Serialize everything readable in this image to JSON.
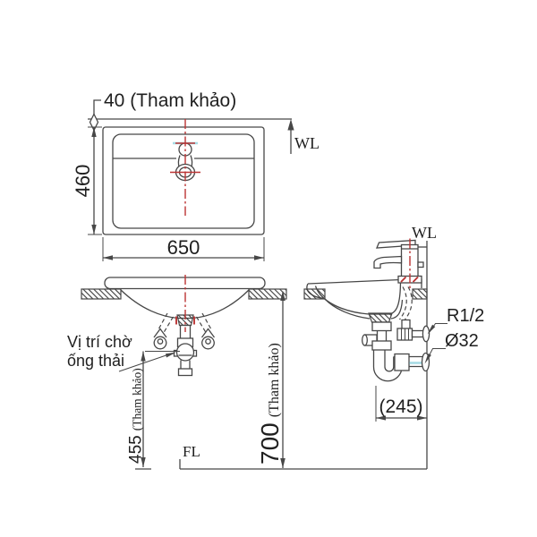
{
  "plan_view": {
    "offset_label": "40 (Tham khảo)",
    "depth_dim": "460",
    "width_dim": "650",
    "wall_label": "WL"
  },
  "front_view": {
    "drain_note_line1": "Vị trí chờ",
    "drain_note_line2": "ống thải",
    "drain_height_dim": "455",
    "drain_height_note": "(Tham khảo)",
    "counter_height_dim": "700",
    "counter_height_note": "(Tham khảo)",
    "floor_label": "FL"
  },
  "side_view": {
    "wall_label": "WL",
    "supply_thread_label": "R1/2",
    "waste_pipe_label": "Ø32",
    "trap_offset_dim": "(245)"
  },
  "colors": {
    "line": "#474747",
    "centerline_red": "#bb3434",
    "water_cyan": "#a6dbe4"
  }
}
